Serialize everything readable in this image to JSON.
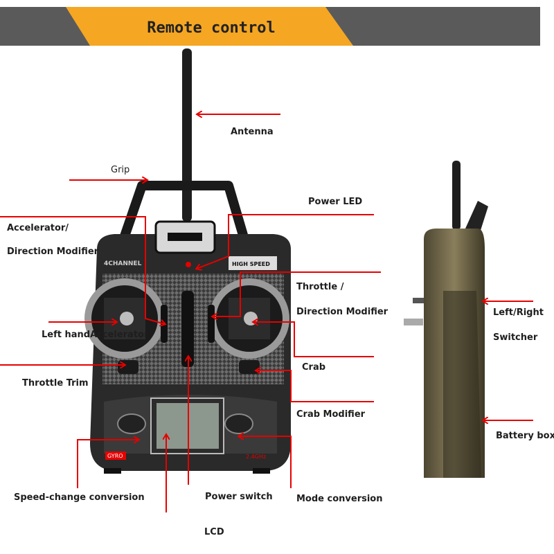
{
  "title": "Remote control",
  "colors": {
    "banner_orange": "#f5a623",
    "banner_gray": "#5a5a5a",
    "arrow_red": "#e60000",
    "body_dark": "#2a2a2a",
    "side_view_tan": "#6b6245"
  },
  "front_view": {
    "brand_label": "4CHANNEL",
    "speed_label": "HIGH SPEED",
    "gyro_label": "GYRO",
    "band_label": "2.4GHz"
  },
  "labels": {
    "antenna": "Antenna",
    "grip": "Grip",
    "power_led": "Power LED",
    "accelerator_line1": "Accelerator/",
    "accelerator_line2": "Direction Modifier",
    "throttle_line1": "Throttle /",
    "throttle_line2": "Direction Modifier",
    "left_hand_accelerator": "Left handAccelerator",
    "crab": "Crab",
    "throttle_trim": "Throttle Trim",
    "crab_modifier": "Crab Modifier",
    "speed_change": "Speed-change conversion",
    "power_switch": "Power switch",
    "mode_conversion": "Mode conversion",
    "lcd": "LCD",
    "left_right_line1": "Left/Right",
    "left_right_line2": "Switcher",
    "battery_box": "Battery box"
  }
}
